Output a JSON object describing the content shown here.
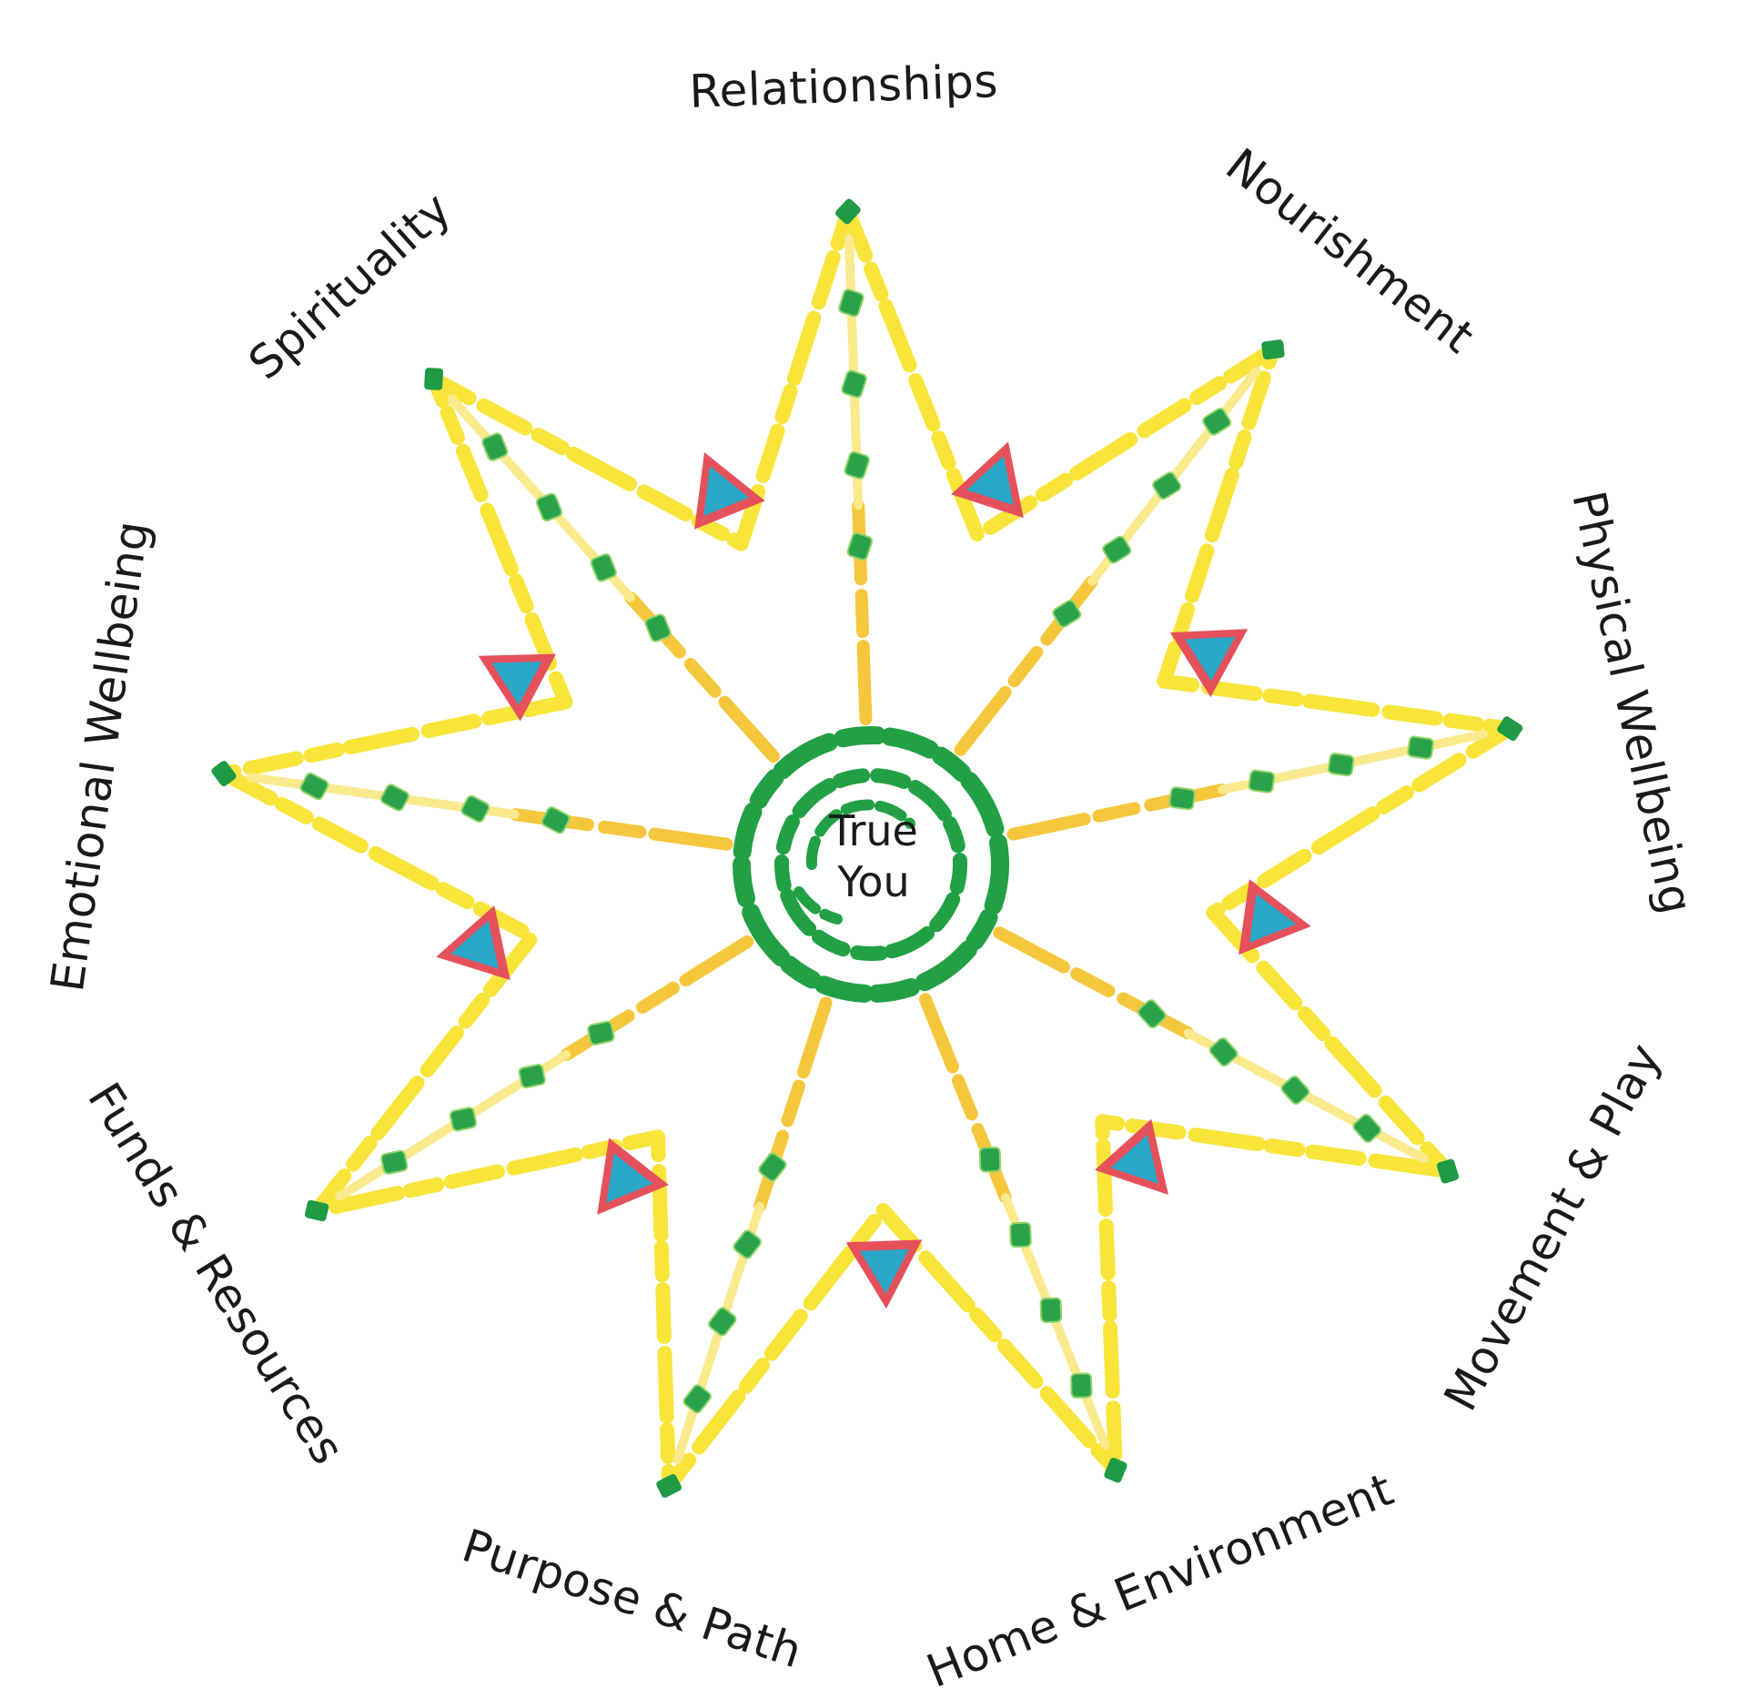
{
  "center": {
    "line1": "True",
    "line2": "You"
  },
  "segments": [
    "Relationships",
    "Nourishment",
    "Physical Wellbeing",
    "Movement & Play",
    "Home & Environment",
    "Purpose & Path",
    "Funds & Resources",
    "Emotional Wellbeing",
    "Spirituality"
  ],
  "colors": {
    "star_yellow": "#f9e43a",
    "ray_orange": "#f6c73c",
    "ring_green": "#22a045",
    "triangle_blue": "#2aa7c6",
    "triangle_red": "#e6505a",
    "text": "#1a1a1a"
  }
}
